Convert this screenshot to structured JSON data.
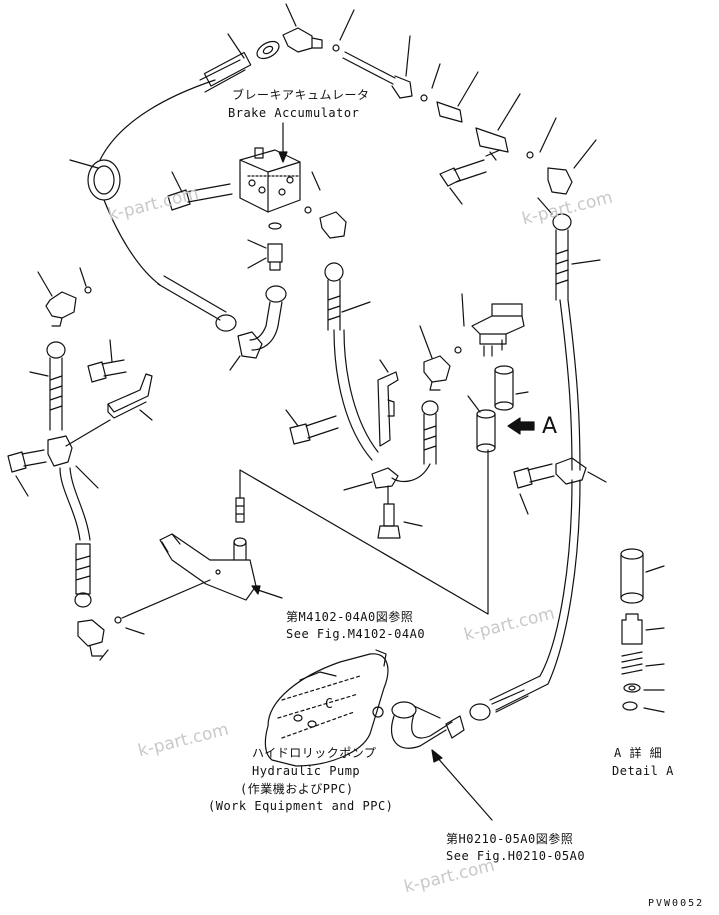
{
  "labels": {
    "brake_accumulator_jp": "ブレーキアキュムレータ",
    "brake_accumulator_en": "Brake Accumulator",
    "ref_m4102_jp": "第M4102-04A0図参照",
    "ref_m4102_en": "See Fig.M4102-04A0",
    "pump_jp": "ハイドロリックポンプ",
    "pump_en": "Hydraulic Pump",
    "pump_sub_jp": "(作業機およびPPC)",
    "pump_sub_en": "(Work Equipment and PPC)",
    "ref_h0210_jp": "第H0210-05A0図参照",
    "ref_h0210_en": "See Fig.H0210-05A0",
    "detail_jp": "A 詳 細",
    "detail_en": "Detail A",
    "view_letter": "A",
    "pump_mark": "C",
    "drawing_code": "PVW0052"
  },
  "watermarks": [
    "k-part.com",
    "k-part.com",
    "k-part.com",
    "k-part.com",
    "k-part.com"
  ],
  "colors": {
    "line": "#111111",
    "watermark": "#c9c9c9"
  }
}
